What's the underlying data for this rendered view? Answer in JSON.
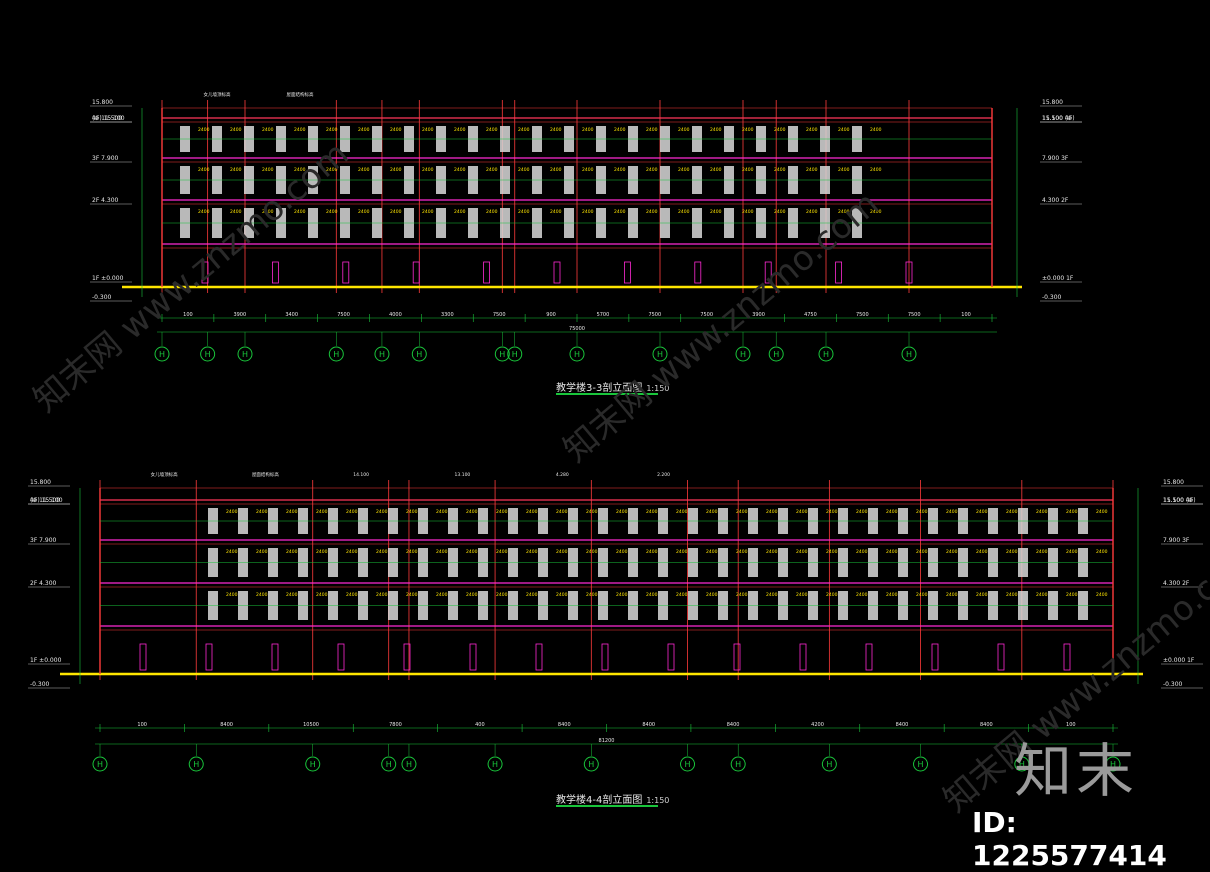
{
  "section_a": {
    "title": "教学楼3-3剖立面图",
    "scale": "1:150",
    "axes": [
      "H",
      "H",
      "H",
      "H",
      "H",
      "H",
      "H",
      "H",
      "H",
      "H",
      "H",
      "H",
      "H",
      "H"
    ],
    "dims": [
      "100",
      "3900",
      "3400",
      "7500",
      "4000",
      "3300",
      "7500",
      "900",
      "5700",
      "7500",
      "7500",
      "3900",
      "4750",
      "7500",
      "7500",
      "100"
    ],
    "total": "75000",
    "left_levels": [
      "15.800",
      "(⊕) 15.100",
      "4F 11.500",
      "3F 7.900",
      "2F 4.300",
      "1F ±0.000",
      "-0.300"
    ],
    "right_levels": [
      "15.800",
      "15.100 (⊕)",
      "11.500 4F",
      "7.900 3F",
      "4.300 2F",
      "±0.000 1F",
      "-0.300"
    ],
    "notes": [
      "女儿墙顶标高",
      "屋面结构标高"
    ]
  },
  "section_b": {
    "title": "教学楼4-4剖立面图",
    "scale": "1:150",
    "axes": [
      "H",
      "H",
      "H",
      "H",
      "H",
      "H",
      "H",
      "H",
      "H",
      "H",
      "H",
      "H",
      "H"
    ],
    "dims": [
      "100",
      "8400",
      "10500",
      "7800",
      "400",
      "8400",
      "8400",
      "8400",
      "4200",
      "8400",
      "8400",
      "100"
    ],
    "total": "81200",
    "left_levels": [
      "15.800",
      "(⊕) 15.100",
      "4F 11.500",
      "3F 7.900",
      "2F 4.300",
      "1F ±0.000",
      "-0.300"
    ],
    "right_levels": [
      "15.800",
      "15.100 (⊕)",
      "11.500 4F",
      "7.900 3F",
      "4.300 2F",
      "±0.000 1F",
      "-0.300"
    ],
    "notes": [
      "女儿墙顶标高",
      "屋面结构标高",
      "14.100",
      "13.100",
      "4.280",
      "2.200"
    ]
  },
  "watermark": {
    "logo": "知末",
    "id": "ID: 1225577414",
    "faint": "知末网 www.znzmo.com"
  },
  "colors": {
    "background": "#000000",
    "wall": "#ff3b3b",
    "slab": "#ff2ad4",
    "grid": "#19c53b",
    "ground": "#ffe600",
    "dim": "#19c53b",
    "text": "#e8e8e8",
    "window": "#d9d9d9",
    "cyan": "#00d4ff"
  }
}
